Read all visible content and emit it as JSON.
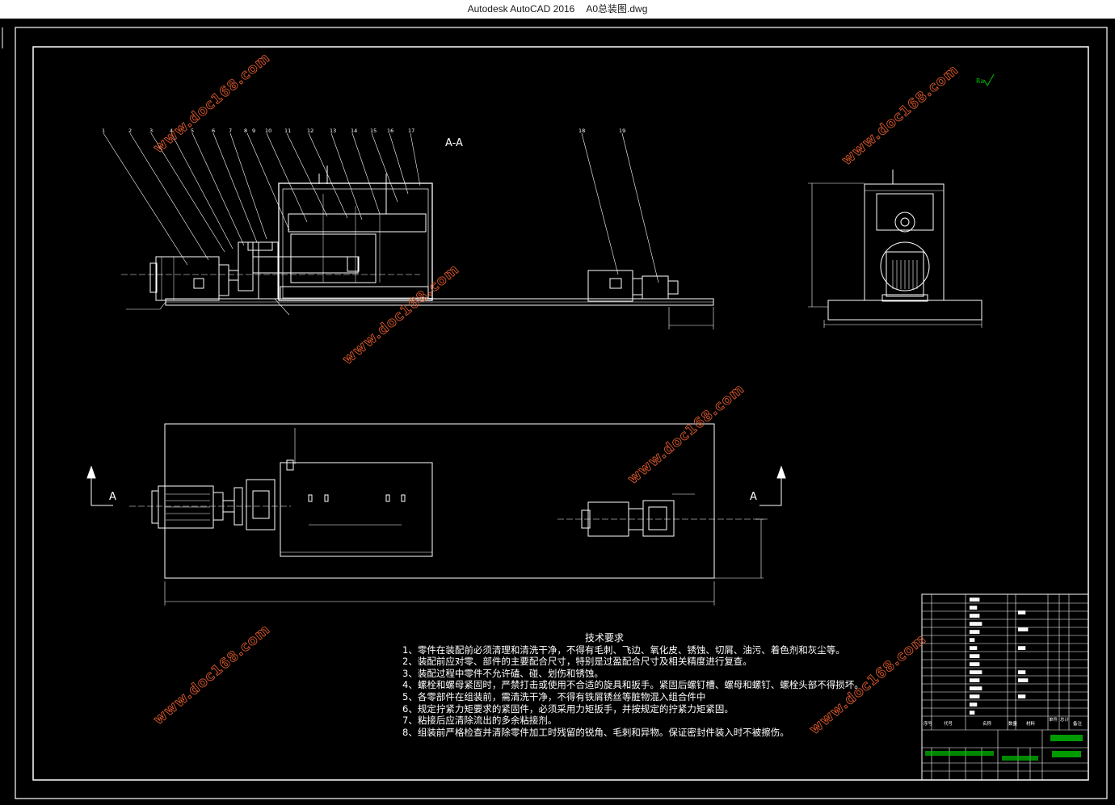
{
  "window": {
    "app_title": "Autodesk AutoCAD 2016",
    "file_name": "A0总装图.dwg"
  },
  "drawing": {
    "section_label": "A-A",
    "section_mark_left": "A",
    "section_mark_right": "A",
    "roughness_symbol": "Ra",
    "balloons_left": [
      "1",
      "2",
      "3",
      "4",
      "5",
      "6",
      "7",
      "8",
      "9",
      "10",
      "11",
      "12",
      "13",
      "14",
      "15",
      "16",
      "17"
    ],
    "balloons_right": [
      "18",
      "19"
    ],
    "watermark": "www.doc168.com"
  },
  "notes": {
    "title": "技术要求",
    "lines": [
      "1、零件在装配前必须清理和清洗干净，不得有毛刺、飞边、氧化皮、锈蚀、切屑、油污、着色剂和灰尘等。",
      "2、装配前应对零、部件的主要配合尺寸，特别是过盈配合尺寸及相关精度进行复查。",
      "3、装配过程中零件不允许磕、碰、划伤和锈蚀。",
      "4、螺栓和螺母紧固时，严禁打击或使用不合适的旋具和扳手。紧固后螺钉槽、螺母和螺钉、螺栓头部不得损坏。",
      "5、各零部件在组装前，需清洗干净，不得有铁屑锈丝等脏物混入组合件中",
      "6、规定拧紧力矩要求的紧固件，必须采用力矩扳手，并按规定的拧紧力矩紧固。",
      "7、粘接后应清除流出的多余粘接剂。",
      "8、组装前严格检查并清除零件加工时残留的锐角、毛刺和异物。保证密封件装入时不被擦伤。"
    ]
  },
  "title_block": {
    "headers": [
      "序号",
      "代号",
      "名称",
      "数量",
      "材料",
      "单件",
      "总计",
      "备注"
    ],
    "colors": {
      "line": "#ffffff",
      "accent_green": "#00c000",
      "watermark": "#d9572c"
    }
  }
}
